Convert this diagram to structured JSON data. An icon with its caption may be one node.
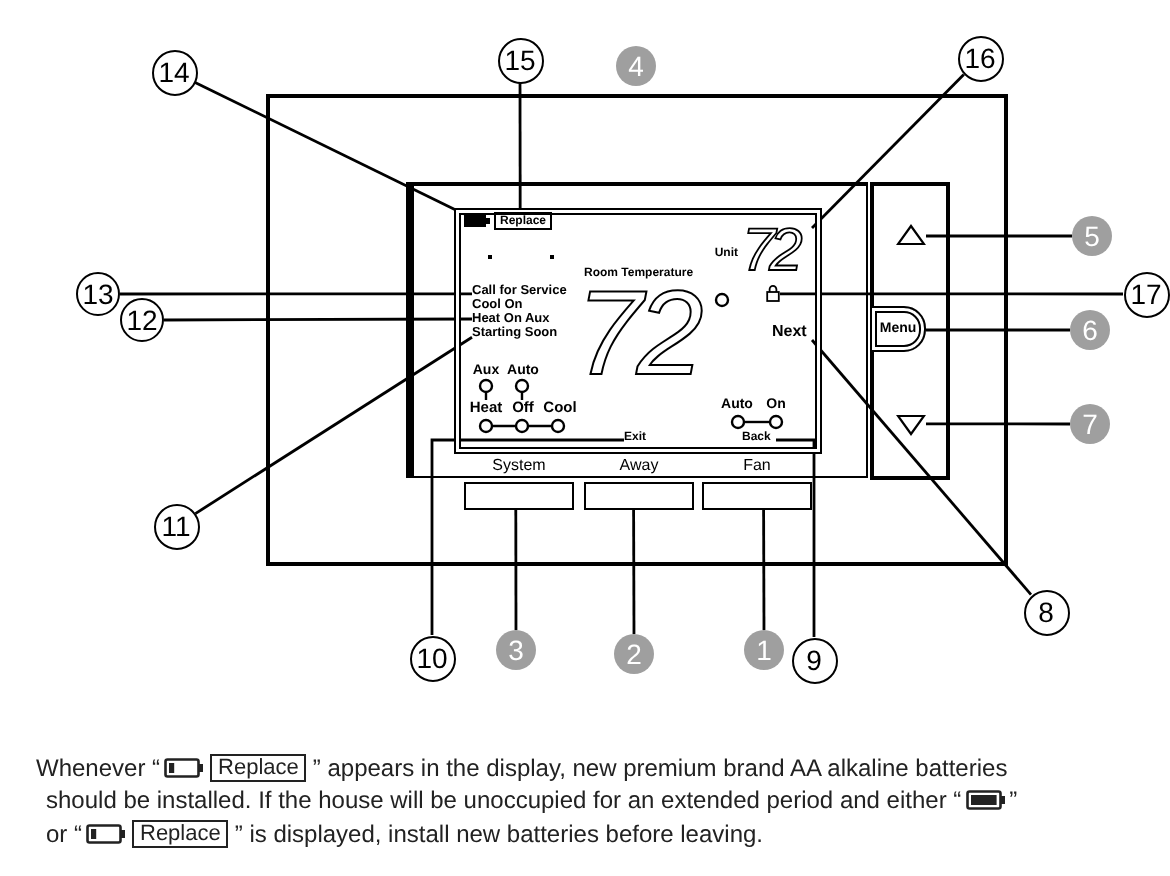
{
  "diagram": {
    "nodes": [
      {
        "text": [],
        "shape": "box"
      },
      {
        "text": [],
        "shape": "box",
        "in": 0
      },
      {
        "text": [],
        "shape": "battery",
        "in": 1
      },
      {
        "text": [
          "Replace"
        ],
        "in": 1
      },
      {
        "text": [
          "72"
        ],
        "in": 1,
        "beside": [
          "Unit"
        ]
      },
      {
        "text": [],
        "shape": "lock",
        "in": 1
      },
      {
        "text": [
          "Call for Service"
        ],
        "in": 1
      },
      {
        "text": [
          "Heat On Aux"
        ],
        "in": 1
      },
      {
        "text": [
          "Starting Soon"
        ],
        "in": 1
      },
      {
        "text": [
          "Next"
        ],
        "in": 1
      },
      {
        "text": [
          "Exit"
        ],
        "in": 1
      },
      {
        "text": [
          "Back"
        ],
        "in": 1
      },
      {
        "text": [],
        "shape": "triangle",
        "in": 0
      },
      {
        "text": [
          "Menu"
        ],
        "in": 0
      },
      {
        "text": [],
        "shape": "triangle",
        "in": 0
      },
      {
        "text": [
          "System"
        ],
        "in": 0
      },
      {
        "text": [
          "Away"
        ],
        "in": 0
      },
      {
        "text": [
          "Fan"
        ],
        "in": 0
      },
      {
        "text": [
          "14"
        ]
      },
      {
        "text": [
          "15"
        ]
      },
      {
        "text": [
          "4"
        ]
      },
      {
        "text": [
          "16"
        ]
      },
      {
        "text": [
          "5"
        ]
      },
      {
        "text": [
          "17"
        ]
      },
      {
        "text": [
          "6"
        ]
      },
      {
        "text": [
          "13"
        ]
      },
      {
        "text": [
          "12"
        ]
      },
      {
        "text": [
          "11"
        ]
      },
      {
        "text": [
          "7"
        ]
      },
      {
        "text": [
          "8"
        ]
      },
      {
        "text": [
          "10"
        ]
      },
      {
        "text": [
          "3"
        ]
      },
      {
        "text": [
          "2"
        ]
      },
      {
        "text": [
          "1"
        ]
      },
      {
        "text": [
          "9"
        ]
      }
    ],
    "edges": [
      {
        "from": 18,
        "to": 2,
        "arrow": "none"
      },
      {
        "from": 19,
        "to": 3,
        "arrow": "none"
      },
      {
        "from": 21,
        "to": 4,
        "arrow": "none"
      },
      {
        "from": 22,
        "to": 12,
        "arrow": "none"
      },
      {
        "from": 23,
        "to": 5,
        "arrow": "none"
      },
      {
        "from": 24,
        "to": 13,
        "arrow": "none"
      },
      {
        "from": 25,
        "to": 6,
        "arrow": "none"
      },
      {
        "from": 26,
        "to": 7,
        "arrow": "none"
      },
      {
        "from": 27,
        "to": 8,
        "arrow": "none"
      },
      {
        "from": 28,
        "to": 14,
        "arrow": "none"
      },
      {
        "from": 29,
        "to": 9,
        "arrow": "none"
      },
      {
        "from": 30,
        "to": 10,
        "arrow": "none"
      },
      {
        "from": 31,
        "to": 15,
        "arrow": "none"
      },
      {
        "from": 32,
        "to": 16,
        "arrow": "none"
      },
      {
        "from": 33,
        "to": 17,
        "arrow": "none"
      },
      {
        "from": 34,
        "to": 11,
        "arrow": "none"
      }
    ],
    "labels": [
      "Room Temperature",
      "72",
      "Cool On",
      "Aux",
      "Auto",
      "Heat",
      "Off",
      "Cool",
      "Auto",
      "On",
      "Whenever “",
      "Replace",
      "” appears in the display, new premium brand AA alkaline batteries",
      "should be installed. If the house will be unoccupied for an extended period and either “",
      "”",
      "or “",
      "Replace",
      "” is displayed, install new batteries before leaving."
    ]
  }
}
